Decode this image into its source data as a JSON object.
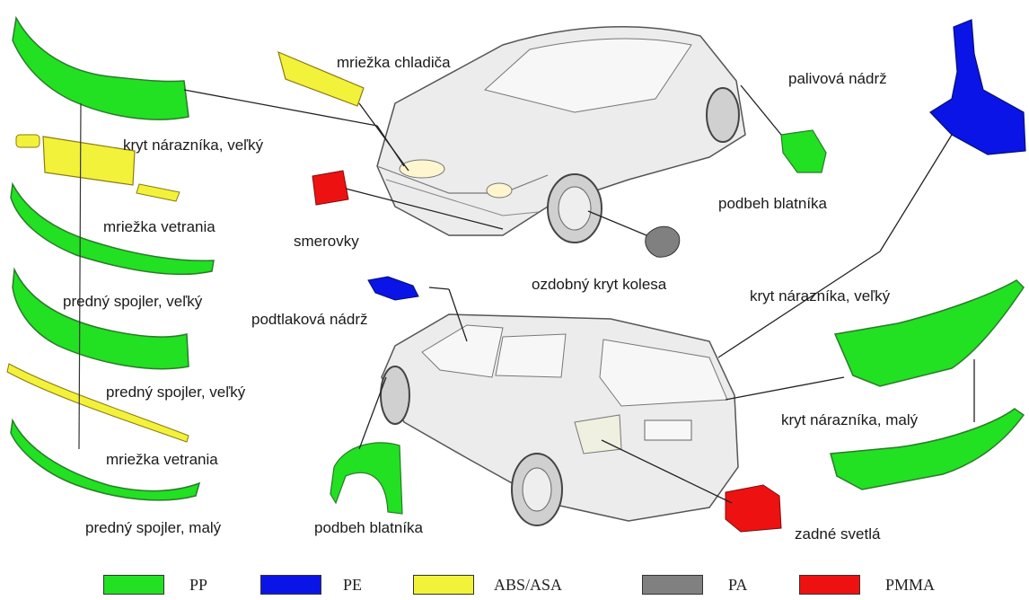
{
  "labels": {
    "bumper_front_large": "kryt nárazníka, veľký",
    "grille_vent": "mriežka vetrania",
    "front_spoiler_large_1": "predný spojler, veľký",
    "front_spoiler_large_2": "predný spojler, veľký",
    "grille_vent_2": "mriežka vetrania",
    "front_spoiler_small": "predný spojler, malý",
    "radiator_grille": "mriežka chladiča",
    "turn_signals": "smerovky",
    "wheel_cover": "ozdobný kryt kolesa",
    "fuel_tank": "palivová nádrž",
    "wheel_arch_front": "podbeh blatníka",
    "vacuum_tank": "podtlaková nádrž",
    "wheel_arch_rear": "podbeh blatníka",
    "bumper_rear_large": "kryt nárazníka, veľký",
    "bumper_rear_small": "kryt nárazníka, malý",
    "rear_lights": "zadné svetlá"
  },
  "legend": [
    {
      "material": "PP",
      "color": "#22e022"
    },
    {
      "material": "PE",
      "color": "#0a14e6"
    },
    {
      "material": "ABS/ASA",
      "color": "#f2f23a"
    },
    {
      "material": "PA",
      "color": "#808080"
    },
    {
      "material": "PMMA",
      "color": "#ee1111"
    }
  ],
  "colors": {
    "PP": "#22e022",
    "PE": "#0a14e6",
    "ABS_ASA": "#f2f23a",
    "PA": "#808080",
    "PMMA": "#ee1111",
    "car_body": "#ececec"
  }
}
